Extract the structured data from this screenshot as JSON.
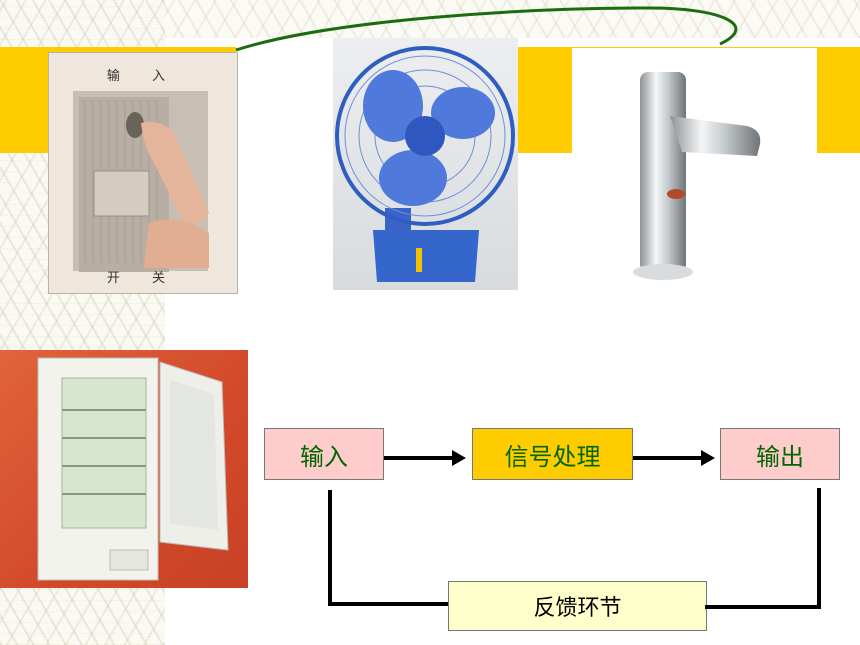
{
  "switch_photo": {
    "top_label": "输 入",
    "bottom_label": "开 关"
  },
  "flowchart": {
    "input": "输入",
    "signal_processing": "信号处理",
    "output": "输出",
    "feedback": "反馈环节"
  },
  "colors": {
    "yellow_band": "#ffcc00",
    "box_pink": "#ffcccc",
    "box_yellow_light": "#ffffcc",
    "text_green": "#006600",
    "curve_green": "#1b6b0f"
  }
}
